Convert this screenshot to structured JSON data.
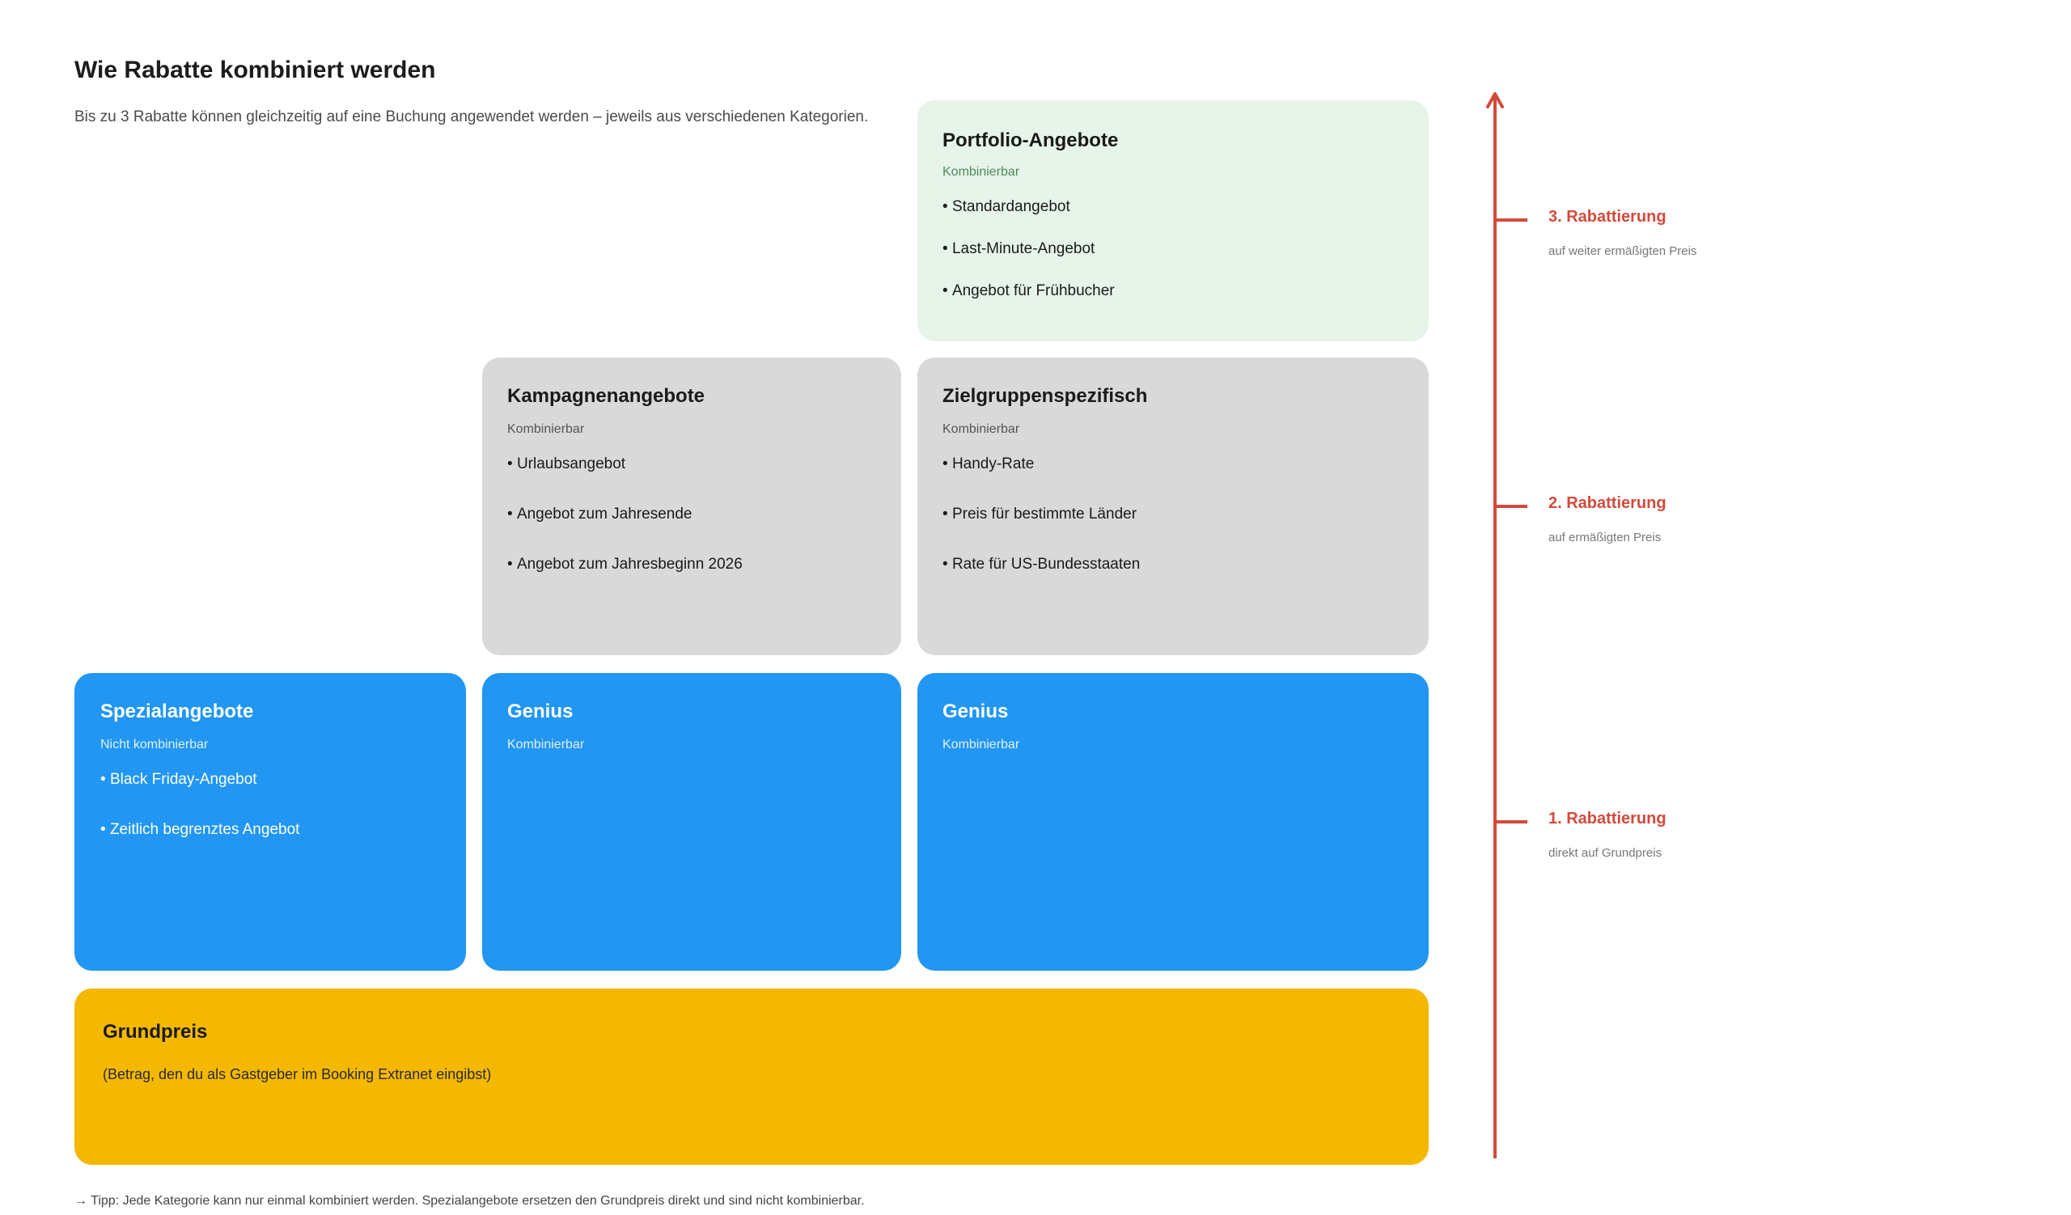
{
  "title": "Wie Rabatte kombiniert werden",
  "subtitle": "Bis zu 3 Rabatte können gleichzeitig auf eine Buchung angewendet werden – jeweils aus verschiedenen Kategorien.",
  "boxes": {
    "portfolio": {
      "title": "Portfolio-Angebote",
      "status": "Kombinierbar",
      "items": [
        "Standardangebot",
        "Last-Minute-Angebot",
        "Angebot für Frühbucher"
      ]
    },
    "kampagne": {
      "title": "Kampagnenangebote",
      "status": "Kombinierbar",
      "items": [
        "Urlaubsangebot",
        "Angebot zum Jahresende",
        "Angebot zum Jahresbeginn 2026"
      ]
    },
    "zielgruppe": {
      "title": "Zielgruppenspezifisch",
      "status": "Kombinierbar",
      "items": [
        "Handy-Rate",
        "Preis für bestimmte Länder",
        "Rate für US-Bundesstaaten"
      ]
    },
    "spezial": {
      "title": "Spezialangebote",
      "status": "Nicht kombinierbar",
      "items": [
        "Black Friday-Angebot",
        "Zeitlich begrenztes Angebot"
      ]
    },
    "genius1": {
      "title": "Genius",
      "status": "Kombinierbar"
    },
    "genius2": {
      "title": "Genius",
      "status": "Kombinierbar"
    },
    "grundpreis": {
      "title": "Grundpreis",
      "description": "(Betrag, den du als Gastgeber im Booking Extranet eingibst)"
    }
  },
  "levels": [
    {
      "label": "3. Rabattierung",
      "sub": "auf weiter ermäßigten Preis"
    },
    {
      "label": "2. Rabattierung",
      "sub": "auf ermäßigten Preis"
    },
    {
      "label": "1. Rabattierung",
      "sub": "direkt auf Grundpreis"
    }
  ],
  "tip": "→ Tipp: Jede Kategorie kann nur einmal kombiniert werden. Spezialangebote ersetzen den Grundpreis direkt und sind nicht kombinierbar.",
  "colors": {
    "green_box": "#e6f4ea",
    "gray_box": "#d9d9d9",
    "blue_box": "#2196f3",
    "yellow_box": "#f4b800",
    "accent_red": "#d24a3c"
  }
}
